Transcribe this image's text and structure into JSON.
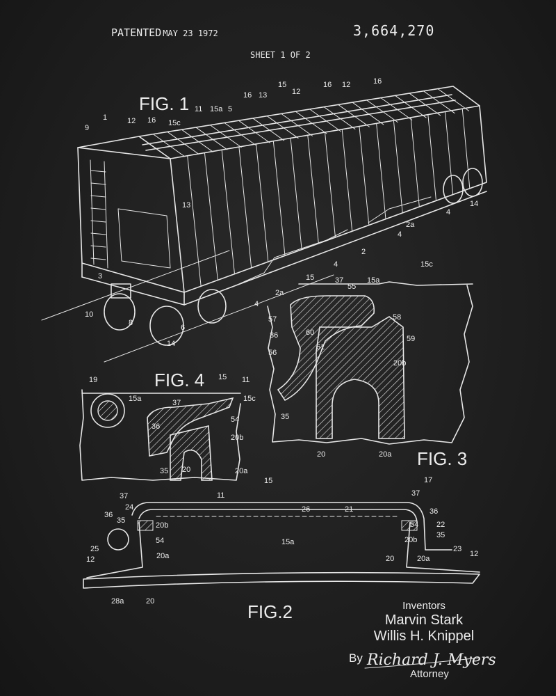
{
  "header": {
    "patented": "PATENTED",
    "date": "MAY 23 1972",
    "patent_number": "3,664,270",
    "sheet": "SHEET 1 OF 2"
  },
  "figures": [
    "FIG. 1",
    "FIG. 4",
    "FIG. 3",
    "FIG.2"
  ],
  "inventors": {
    "label": "Inventors",
    "names": [
      "Marvin Stark",
      "Willis H. Knippel"
    ],
    "by": "By",
    "signature": "Richard J. Myers",
    "role": "Attorney"
  },
  "numerals": {
    "fig1": [
      "1",
      "9",
      "12",
      "16",
      "15c",
      "11",
      "15a",
      "5",
      "16",
      "13",
      "15",
      "12",
      "16",
      "12",
      "16",
      "13",
      "3",
      "10",
      "8",
      "6",
      "14",
      "4",
      "2a",
      "4",
      "2",
      "4",
      "2a",
      "4",
      "14"
    ],
    "fig3": [
      "15",
      "37",
      "55",
      "15a",
      "15c",
      "57",
      "36",
      "56",
      "60",
      "61",
      "58",
      "59",
      "20b",
      "35",
      "20",
      "20a"
    ],
    "fig4": [
      "19",
      "15a",
      "37",
      "15",
      "11",
      "15c",
      "36",
      "54",
      "20b",
      "20",
      "20a",
      "35"
    ],
    "fig2": [
      "15",
      "17",
      "11",
      "26",
      "21",
      "37",
      "24",
      "37",
      "36",
      "35",
      "36",
      "20b",
      "54",
      "22",
      "54",
      "15a",
      "20b",
      "35",
      "25",
      "20a",
      "20",
      "20a",
      "23",
      "12",
      "12",
      "28a",
      "20"
    ]
  }
}
